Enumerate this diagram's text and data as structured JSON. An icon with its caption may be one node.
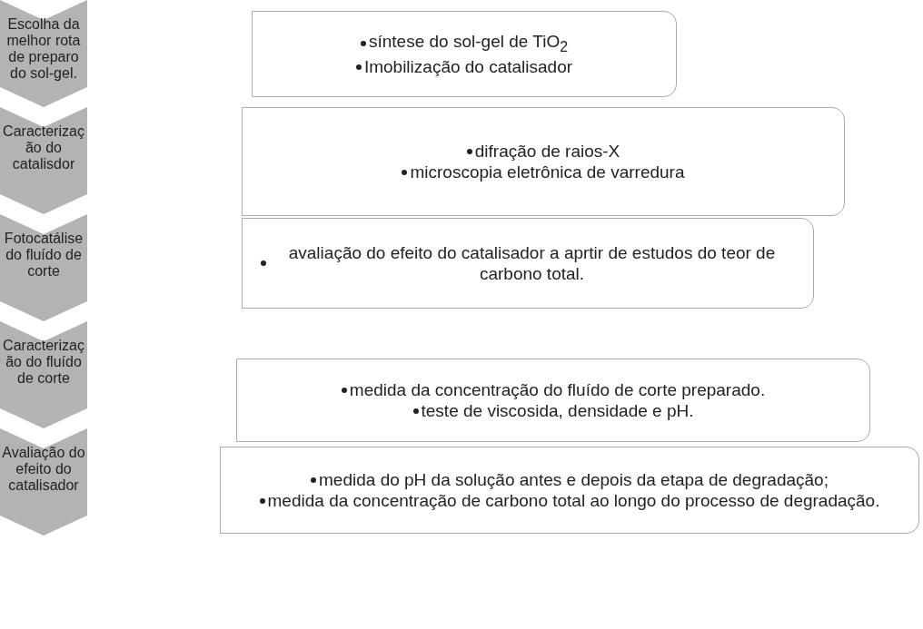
{
  "diagram": {
    "nodes": [
      {
        "text": [
          "Escolha da melhor rota de preparo do sol-gel."
        ]
      },
      {
        "text": [
          "Caracterização do catalisdor"
        ]
      },
      {
        "text": [
          "Fotocatálise do fluído de corte"
        ]
      },
      {
        "text": [
          "Caracterização do fluído de corte"
        ]
      },
      {
        "text": [
          "Avaliação do efeito do catalisador"
        ]
      },
      {
        "text": [
          "síntese do sol-gel de TiO$_{2}$",
          "Imobilização do catalisador"
        ]
      },
      {
        "text": [
          "difração de raios-X",
          "microscopia eletrônica de varredura"
        ]
      },
      {
        "text": [
          "avaliação do efeito do catalisador a aprtir de estudos do teor de carbono total."
        ]
      },
      {
        "text": [
          "medida da concentração do fluído de corte preparado.",
          "teste de viscosida, densidade e pH."
        ]
      },
      {
        "text": [
          "medida do pH da solução antes e depois da etapa de degradação;",
          "medida da concentração de carbono total ao longo do processo de degradação."
        ]
      }
    ]
  }
}
